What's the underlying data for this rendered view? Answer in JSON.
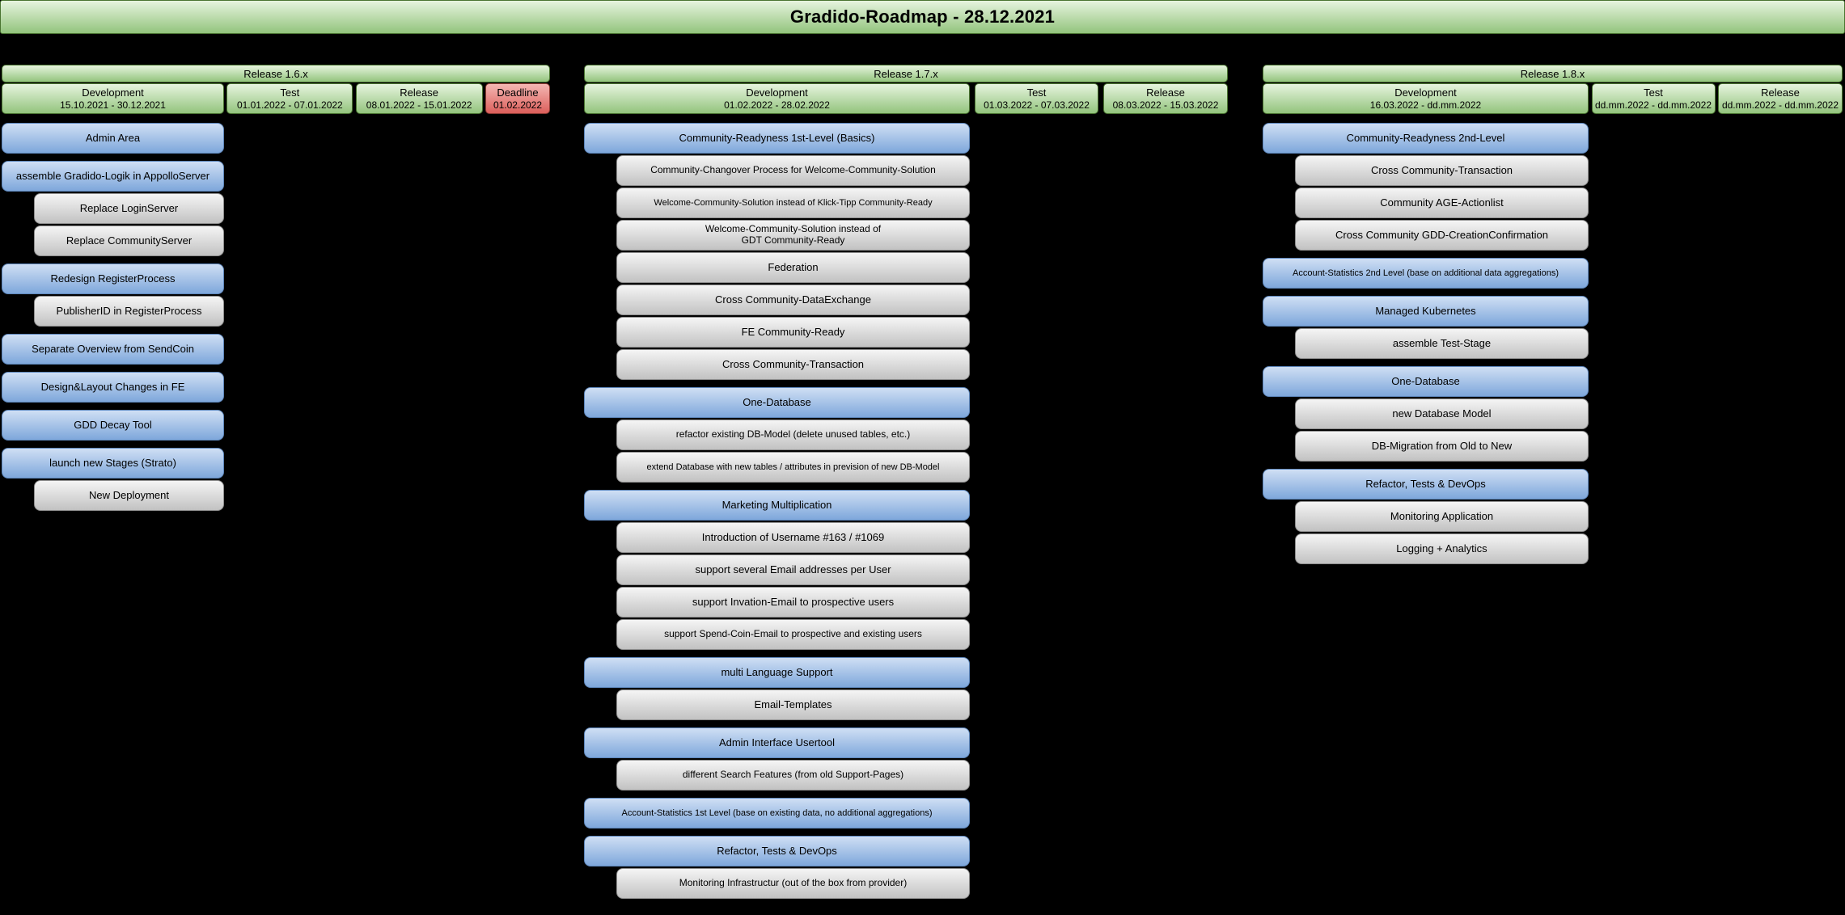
{
  "title": "Gradido-Roadmap - 28.12.2021",
  "colors": {
    "background": "#000000",
    "green_top": "#e6f4de",
    "green_bottom": "#93c47d",
    "green_border": "#4a7431",
    "blue_top": "#cfdff4",
    "blue_bottom": "#7ea7db",
    "blue_border": "#5e87bc",
    "gray_top": "#f5f5f5",
    "gray_bottom": "#c2c2c2",
    "gray_border": "#8f8f8f",
    "red_top": "#f4b7b3",
    "red_bottom": "#dc5f5b",
    "red_border": "#8b3a33"
  },
  "releases": [
    {
      "name": "Release 1.6.x",
      "phases": [
        {
          "label": "Development",
          "dates": "15.10.2021 - 30.12.2021",
          "style": "green"
        },
        {
          "label": "Test",
          "dates": "01.01.2022 - 07.01.2022",
          "style": "green"
        },
        {
          "label": "Release",
          "dates": "08.01.2022 - 15.01.2022",
          "style": "green"
        },
        {
          "label": "Deadline",
          "dates": "01.02.2022",
          "style": "red"
        }
      ],
      "groups": [
        {
          "parent": "Admin Area",
          "children": []
        },
        {
          "parent": "assemble Gradido-Logik in AppolloServer",
          "children": [
            "Replace LoginServer",
            "Replace CommunityServer"
          ]
        },
        {
          "parent": "Redesign RegisterProcess",
          "children": [
            "PublisherID in RegisterProcess"
          ]
        },
        {
          "parent": "Separate Overview from SendCoin",
          "children": []
        },
        {
          "parent": "Design&Layout Changes in FE",
          "children": []
        },
        {
          "parent": "GDD Decay Tool",
          "children": []
        },
        {
          "parent": "launch new Stages (Strato)",
          "children": [
            "New Deployment"
          ]
        }
      ]
    },
    {
      "name": "Release 1.7.x",
      "phases": [
        {
          "label": "Development",
          "dates": "01.02.2022 - 28.02.2022",
          "style": "green"
        },
        {
          "label": "Test",
          "dates": "01.03.2022 - 07.03.2022",
          "style": "green"
        },
        {
          "label": "Release",
          "dates": "08.03.2022 - 15.03.2022",
          "style": "green"
        }
      ],
      "groups": [
        {
          "parent": "Community-Readyness 1st-Level (Basics)",
          "children": [
            "Community-Changover Process for Welcome-Community-Solution",
            "Welcome-Community-Solution instead of Klick-Tipp Community-Ready",
            "Welcome-Community-Solution instead of\nGDT Community-Ready",
            "Federation",
            "Cross Community-DataExchange",
            "FE Community-Ready",
            "Cross Community-Transaction"
          ]
        },
        {
          "parent": "One-Database",
          "children": [
            "refactor existing DB-Model (delete unused tables, etc.)",
            "extend Database with new tables / attributes in prevision of new DB-Model"
          ]
        },
        {
          "parent": "Marketing Multiplication",
          "children": [
            "Introduction of Username #163 / #1069",
            "support several Email addresses per User",
            "support Invation-Email to prospective users",
            "support Spend-Coin-Email to prospective and existing users"
          ]
        },
        {
          "parent": "multi Language Support",
          "children": [
            "Email-Templates"
          ]
        },
        {
          "parent": "Admin Interface Usertool",
          "children": [
            "different Search Features (from old Support-Pages)"
          ]
        },
        {
          "parent": "Account-Statistics 1st Level (base on existing data, no additional aggregations)",
          "children": []
        },
        {
          "parent": "Refactor, Tests & DevOps",
          "children": [
            "Monitoring Infrastructur (out of the box from provider)"
          ]
        }
      ]
    },
    {
      "name": "Release 1.8.x",
      "phases": [
        {
          "label": "Development",
          "dates": "16.03.2022 - dd.mm.2022",
          "style": "green"
        },
        {
          "label": "Test",
          "dates": "dd.mm.2022 - dd.mm.2022",
          "style": "green"
        },
        {
          "label": "Release",
          "dates": "dd.mm.2022 - dd.mm.2022",
          "style": "green"
        }
      ],
      "groups": [
        {
          "parent": "Community-Readyness 2nd-Level",
          "children": [
            "Cross Community-Transaction",
            "Community AGE-Actionlist",
            "Cross Community GDD-CreationConfirmation"
          ]
        },
        {
          "parent": "Account-Statistics 2nd Level (base on additional data aggregations)",
          "children": []
        },
        {
          "parent": "Managed Kubernetes",
          "children": [
            "assemble Test-Stage"
          ]
        },
        {
          "parent": "One-Database",
          "children": [
            "new Database Model",
            "DB-Migration from Old to New"
          ]
        },
        {
          "parent": "Refactor, Tests & DevOps",
          "children": [
            "Monitoring Application",
            "Logging + Analytics"
          ]
        }
      ]
    }
  ]
}
